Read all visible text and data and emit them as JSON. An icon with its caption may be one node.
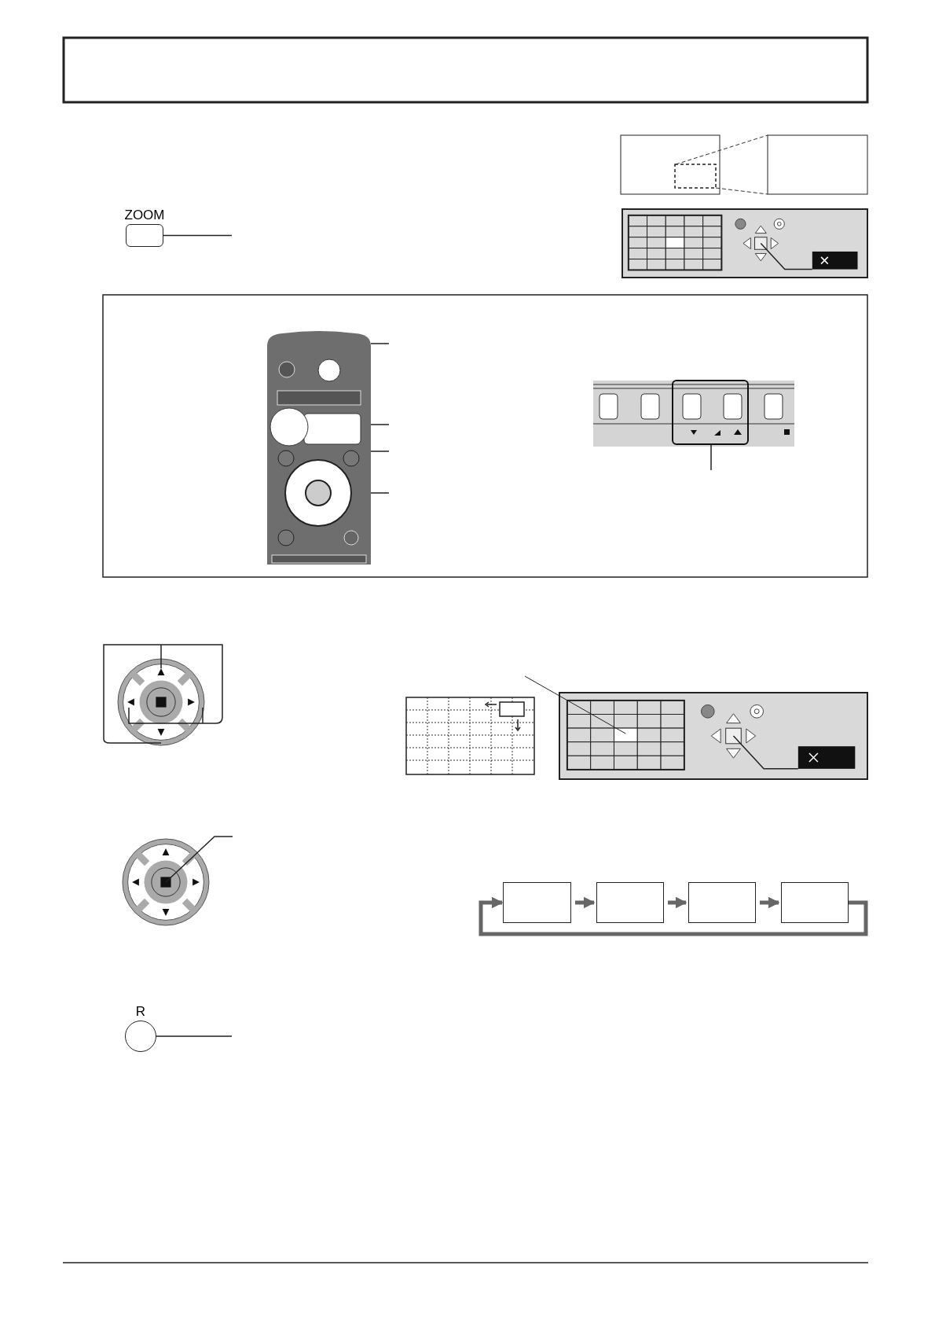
{
  "diagram": {
    "nodes": [
      {
        "text": [],
        "shape": "box"
      },
      {
        "text": [],
        "shape": "box"
      },
      {
        "text": [],
        "shape": "box"
      },
      {
        "text": [],
        "shape": "box"
      },
      {
        "text": [
          "ZOOM"
        ]
      },
      {
        "text": [
          "R"
        ]
      },
      {
        "text": [],
        "shape": "picture"
      }
    ],
    "edges": [
      {
        "from": 0,
        "to": 1,
        "arrow": "to",
        "style": "thick",
        "color": "#666666"
      },
      {
        "from": 1,
        "to": 2,
        "arrow": "to",
        "style": "thick",
        "color": "#666666"
      },
      {
        "from": 2,
        "to": 3,
        "arrow": "to",
        "style": "thick",
        "color": "#666666"
      },
      {
        "from": 3,
        "to": 0,
        "arrow": "to",
        "style": "thick",
        "color": "#666666"
      },
      {
        "from": 4,
        "to": null,
        "arrow": "none"
      },
      {
        "from": 5,
        "to": null,
        "arrow": "none"
      },
      {
        "from": 6,
        "to": null,
        "arrow": "none"
      },
      {
        "from": 6,
        "to": null,
        "arrow": "none"
      },
      {
        "from": 6,
        "to": null,
        "arrow": "none"
      },
      {
        "from": 6,
        "to": null,
        "arrow": "none"
      }
    ]
  }
}
